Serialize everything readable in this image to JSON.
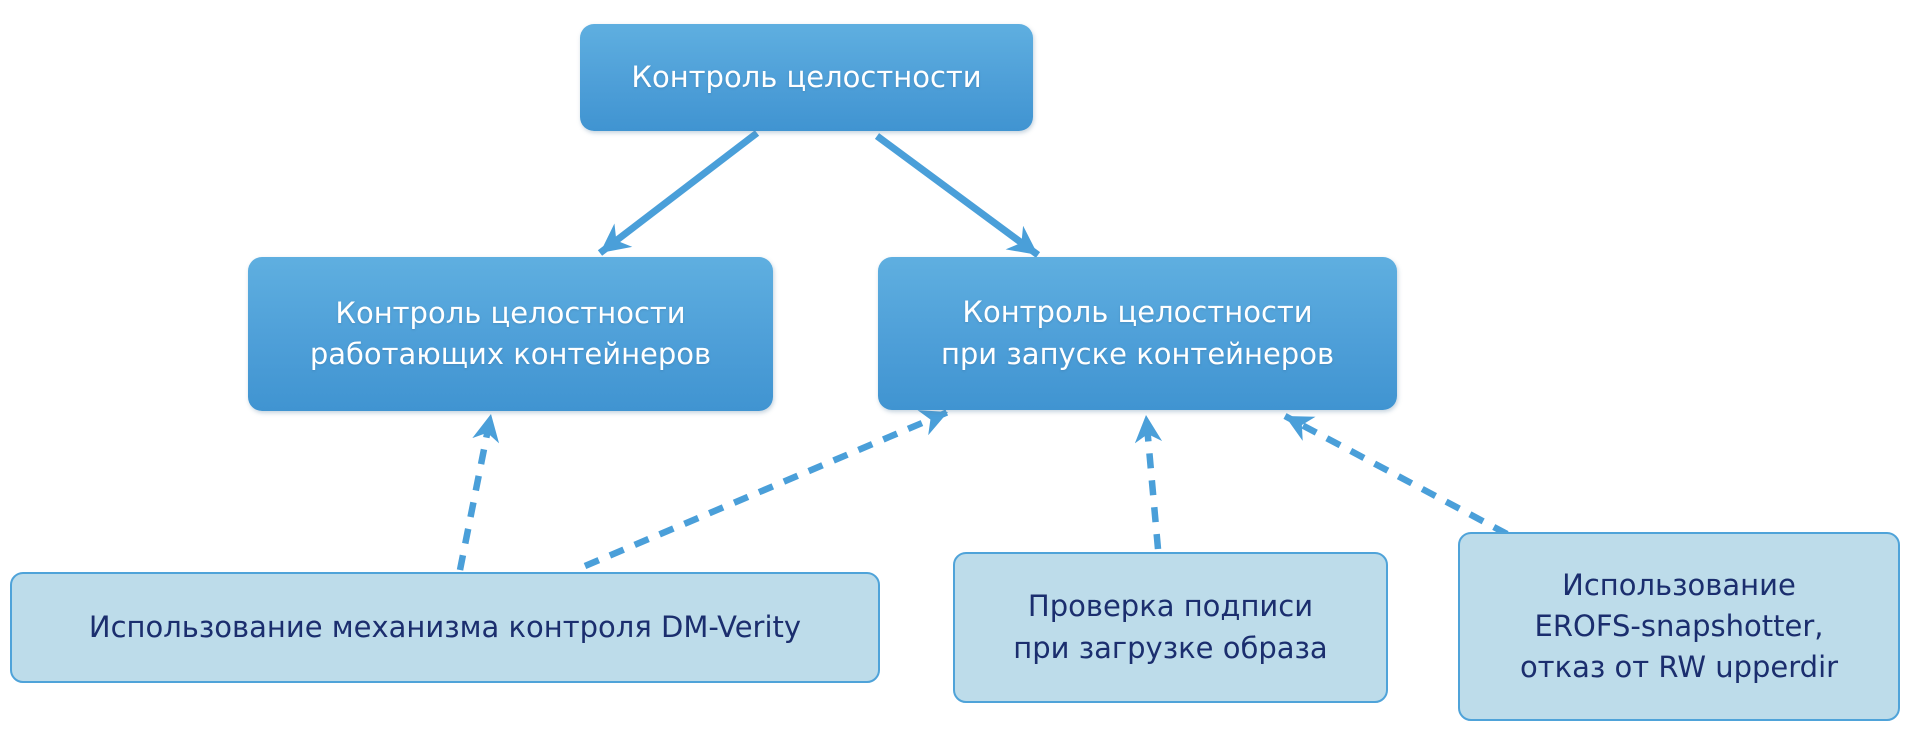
{
  "diagram": {
    "nodes": {
      "root": {
        "id": "root",
        "label": "Контроль целостности"
      },
      "running": {
        "id": "running",
        "label": "Контроль целостности\nработающих контейнеров"
      },
      "startup": {
        "id": "startup",
        "label": "Контроль целостности\nпри запуске контейнеров"
      },
      "dm_verity": {
        "id": "dm_verity",
        "label": "Использование механизма контроля DM-Verity"
      },
      "signature": {
        "id": "signature",
        "label": "Проверка подписи\nпри загрузке образа"
      },
      "erofs": {
        "id": "erofs",
        "label": "Использование\nEROFS-snapshotter,\nотказ от RW upperdir"
      }
    },
    "edges": [
      {
        "from": "root",
        "to": "running",
        "style": "solid"
      },
      {
        "from": "root",
        "to": "startup",
        "style": "solid"
      },
      {
        "from": "dm_verity",
        "to": "running",
        "style": "dashed"
      },
      {
        "from": "dm_verity",
        "to": "startup",
        "style": "dashed"
      },
      {
        "from": "signature",
        "to": "startup",
        "style": "dashed"
      },
      {
        "from": "erofs",
        "to": "startup",
        "style": "dashed"
      }
    ],
    "colors": {
      "node_blue_gradient_top": "#5fafe0",
      "node_blue_gradient_bottom": "#4094d1",
      "node_light_fill": "#bddcea",
      "node_light_border": "#4fa3d9",
      "arrow": "#4a9fd9",
      "text_on_blue": "#ffffff",
      "text_dark_navy": "#1b2e6e",
      "background": "#ffffff"
    }
  }
}
